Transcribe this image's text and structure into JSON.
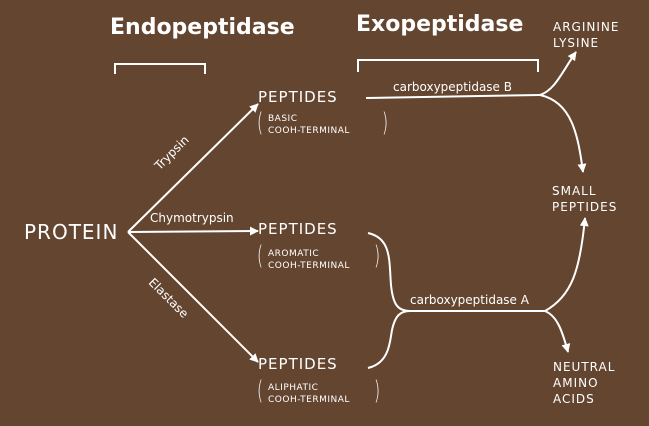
{
  "headers": {
    "endopeptidase": "Endopeptidase",
    "exopeptidase": "Exopeptidase"
  },
  "protein": "PROTEIN",
  "enzymes": {
    "trypsin": "Trypsin",
    "chymotrypsin": "Chymotrypsin",
    "elastase": "Elastase",
    "carboxypeptidase_b": "carboxypeptidase B",
    "carboxypeptidase_a": "carboxypeptidase A"
  },
  "peptides": [
    {
      "label": "PEPTIDES",
      "line1": "BASIC",
      "line2": "COOH-TERMINAL"
    },
    {
      "label": "PEPTIDES",
      "line1": "AROMATIC",
      "line2": "COOH-TERMINAL"
    },
    {
      "label": "PEPTIDES",
      "line1": "ALIPHATIC",
      "line2": "COOH-TERMINAL"
    }
  ],
  "products": {
    "arginine": "ARGININE",
    "lysine": "LYSINE",
    "small": "SMALL",
    "peptides": "PEPTIDES",
    "neutral": "NEUTRAL",
    "amino": "AMINO",
    "acids": "ACIDS"
  },
  "colors": {
    "background": "#644530",
    "foreground": "#ffffff"
  }
}
